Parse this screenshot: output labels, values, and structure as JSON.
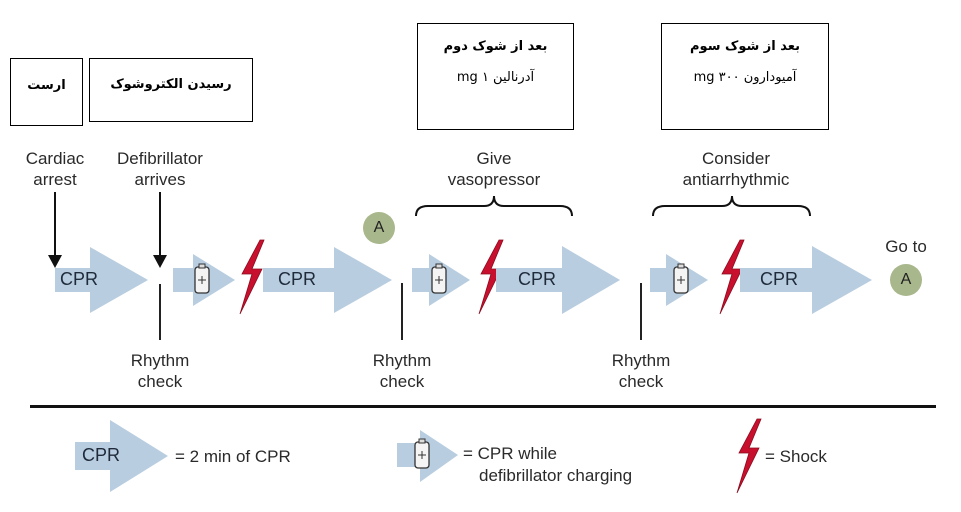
{
  "persian_boxes": {
    "arrest": "ارست",
    "defib_arrives": "رسیدن الکتروشوک",
    "after_second_shock": {
      "line1": "بعد از شوک دوم",
      "line2": "آدرنالین mg ۱"
    },
    "after_third_shock": {
      "line1": "بعد از شوک سوم",
      "line2": "آمیودارون mg ۳۰۰"
    }
  },
  "timeline": {
    "cardiac_arrest": [
      "Cardiac",
      "arrest"
    ],
    "defibrillator_arrives": [
      "Defibrillator",
      "arrives"
    ],
    "give_vasopressor": [
      "Give",
      "vasopressor"
    ],
    "consider_antiarrhythmic": [
      "Consider",
      "antiarrhythmic"
    ],
    "rhythm_check": [
      "Rhythm",
      "check"
    ],
    "cpr_label": "CPR",
    "marker_a": "A",
    "go_to": "Go to"
  },
  "legend": {
    "cpr_label": "CPR",
    "cpr_desc": "= 2 min of CPR",
    "charging_desc_1": "= CPR while",
    "charging_desc_2": "defibrillator charging",
    "shock_desc": "= Shock"
  },
  "colors": {
    "arrow": "#b8cde0",
    "shock": "#c8102e",
    "marker": "#a9b78c"
  }
}
